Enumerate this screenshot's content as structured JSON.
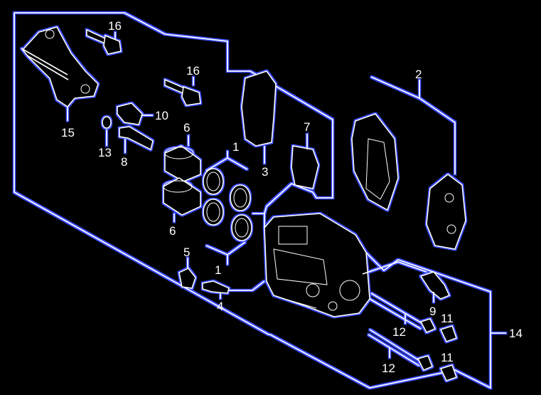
{
  "colors": {
    "background": "#000000",
    "line": "#ffffff",
    "glow": "#3a4dff"
  },
  "labels": {
    "l1a": "1",
    "l1b": "1",
    "l2": "2",
    "l3": "3",
    "l4": "4",
    "l5": "5",
    "l6a": "6",
    "l6b": "6",
    "l7": "7",
    "l8": "8",
    "l9": "9",
    "l10": "10",
    "l11a": "11",
    "l11b": "11",
    "l12a": "12",
    "l12b": "12",
    "l13": "13",
    "l14": "14",
    "l15": "15",
    "l16a": "16",
    "l16b": "16"
  }
}
